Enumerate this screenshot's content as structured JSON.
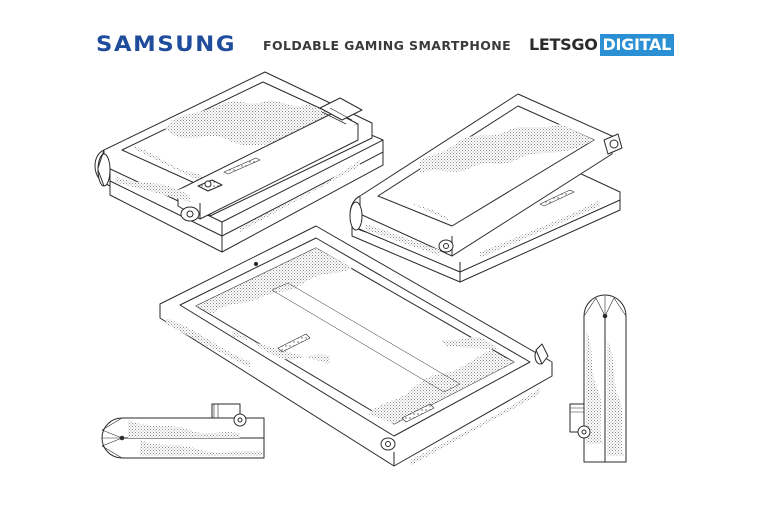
{
  "header": {
    "brand": "SAMSUNG",
    "title": "FOLDABLE GAMING SMARTPHONE",
    "site_logo_part1": "LETSGO",
    "site_logo_part2": "DIGITAL"
  },
  "colors": {
    "brand_blue": "#1f4c9b",
    "logo_blue": "#2a8fd3",
    "line": "#2a2a2a",
    "shade": "#9a9a9a"
  }
}
